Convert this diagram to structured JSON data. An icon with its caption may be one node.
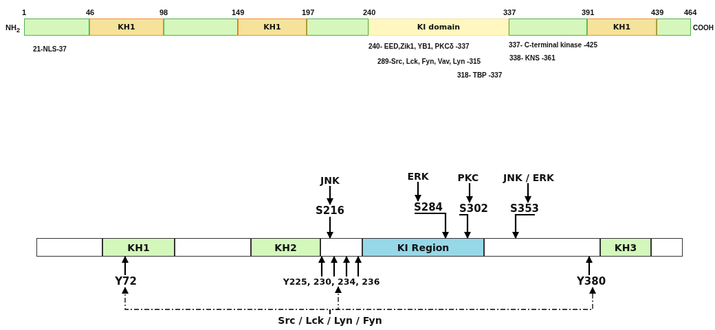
{
  "diagram": {
    "nodes": [
      {
        "text": [],
        "shape": "box"
      },
      {
        "text": [
          "KH1"
        ]
      },
      {
        "text": [],
        "shape": "box"
      },
      {
        "text": [
          "KH1"
        ]
      },
      {
        "text": [],
        "shape": "box"
      },
      {
        "text": [
          "KI domain"
        ]
      },
      {
        "text": [],
        "shape": "box"
      },
      {
        "text": [
          "KH1"
        ]
      },
      {
        "text": [],
        "shape": "box"
      },
      {
        "text": [],
        "shape": "box"
      },
      {
        "text": [
          "KH1"
        ]
      },
      {
        "text": [],
        "shape": "box"
      },
      {
        "text": [
          "KH2"
        ]
      },
      {
        "text": [],
        "shape": "box"
      },
      {
        "text": [
          "KI Region"
        ]
      },
      {
        "text": [],
        "shape": "box"
      },
      {
        "text": [
          "KH3"
        ]
      },
      {
        "text": [],
        "shape": "box"
      },
      {
        "text": [
          "JNK"
        ]
      },
      {
        "text": [
          "S216"
        ]
      },
      {
        "text": [
          "ERK"
        ]
      },
      {
        "text": [
          "S284"
        ]
      },
      {
        "text": [
          "PKC"
        ]
      },
      {
        "text": [
          "S302"
        ]
      },
      {
        "text": [
          "JNK / ERK"
        ]
      },
      {
        "text": [
          "S353"
        ]
      },
      {
        "text": [
          "Y72"
        ]
      },
      {
        "text": [
          "Y225, 230, 234, 236"
        ]
      },
      {
        "text": [
          "Y380"
        ]
      },
      {
        "text": [
          "Src / Lck / Lyn / Fyn"
        ]
      }
    ],
    "edges": [
      {
        "from": 18,
        "to": 19,
        "arrow": "to"
      },
      {
        "from": 19,
        "to": 13,
        "arrow": "to"
      },
      {
        "from": 20,
        "to": 21,
        "arrow": "to"
      },
      {
        "from": 21,
        "to": 14,
        "arrow": "to"
      },
      {
        "from": 22,
        "to": 23,
        "arrow": "to"
      },
      {
        "from": 23,
        "to": 14,
        "arrow": "to"
      },
      {
        "from": 24,
        "to": 25,
        "arrow": "to"
      },
      {
        "from": 25,
        "to": 15,
        "arrow": "to"
      },
      {
        "from": 26,
        "to": 10,
        "arrow": "to"
      },
      {
        "from": 27,
        "to": 13,
        "arrow": "to"
      },
      {
        "from": 27,
        "to": 13,
        "arrow": "to"
      },
      {
        "from": 27,
        "to": 13,
        "arrow": "to"
      },
      {
        "from": 27,
        "to": 13,
        "arrow": "to"
      },
      {
        "from": 28,
        "to": 15,
        "arrow": "to"
      },
      {
        "from": 29,
        "to": 26,
        "arrow": "to",
        "style": "dashed"
      },
      {
        "from": 29,
        "to": 27,
        "arrow": "to",
        "style": "dashed"
      },
      {
        "from": 29,
        "to": 28,
        "arrow": "to",
        "style": "dashed"
      }
    ],
    "labels": [
      "1",
      "46",
      "98",
      "149",
      "197",
      "240",
      "337",
      "391",
      "439",
      "464",
      "NH$_{2}$",
      "COOH",
      "21-NLS-37",
      "240- EED,Zik1, YB1, PKCδ -337",
      "337- C-terminal kinase -425",
      "338- KNS -361",
      "289-Src, Lck, Fyn, Vav, Lyn -315",
      "318- TBP -337"
    ]
  }
}
